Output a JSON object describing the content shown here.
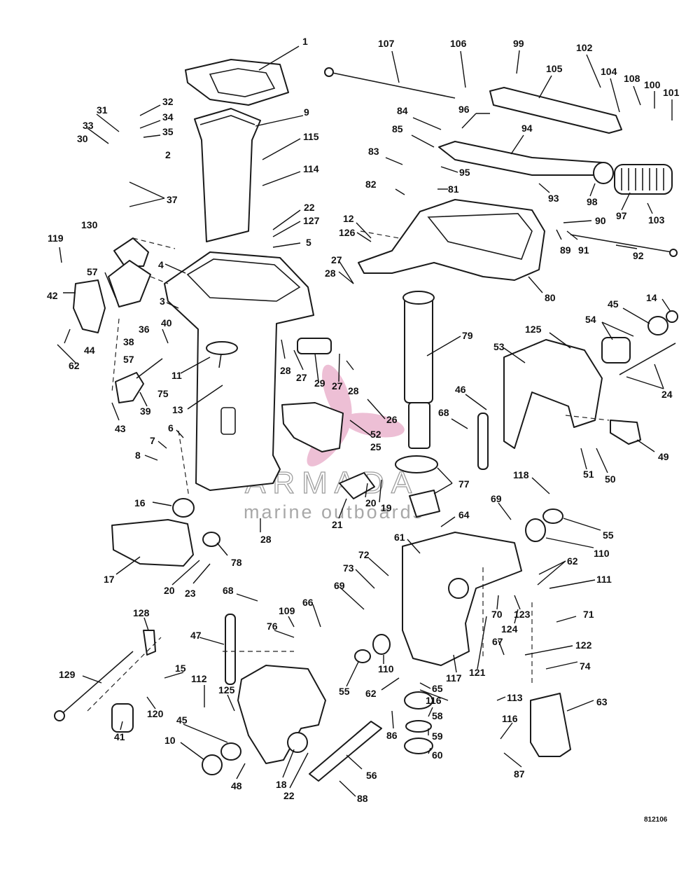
{
  "diagram_code": "812106",
  "watermark": {
    "brand": "ARMADA",
    "tagline": "marine outboards"
  },
  "colors": {
    "ink": "#1a1a1a",
    "watermark_gray": "#8c8c8c",
    "watermark_pink": "#e08bb4"
  },
  "callouts": [
    "1",
    "9",
    "32",
    "31",
    "34",
    "33",
    "35",
    "30",
    "2",
    "115",
    "114",
    "37",
    "22",
    "127",
    "5",
    "119",
    "130",
    "4",
    "57",
    "42",
    "3",
    "40",
    "36",
    "38",
    "44",
    "62",
    "57",
    "75",
    "11",
    "28",
    "27",
    "29",
    "27",
    "28",
    "39",
    "43",
    "13",
    "26",
    "52",
    "25",
    "6",
    "7",
    "8",
    "16",
    "28",
    "17",
    "20",
    "23",
    "78",
    "19",
    "20",
    "21",
    "77",
    "107",
    "106",
    "99",
    "102",
    "105",
    "104",
    "108",
    "100",
    "101",
    "84",
    "96",
    "94",
    "85",
    "83",
    "95",
    "82",
    "81",
    "93",
    "98",
    "97",
    "103",
    "12",
    "126",
    "90",
    "89",
    "91",
    "92",
    "27",
    "28",
    "80",
    "79",
    "125",
    "53",
    "14",
    "45",
    "54",
    "24",
    "46",
    "68",
    "49",
    "51",
    "50",
    "118",
    "69",
    "55",
    "110",
    "64",
    "61",
    "72",
    "73",
    "62",
    "111",
    "69",
    "70",
    "123",
    "71",
    "124",
    "67",
    "122",
    "68",
    "66",
    "109",
    "76",
    "47",
    "128",
    "129",
    "15",
    "112",
    "125",
    "45",
    "120",
    "41",
    "10",
    "48",
    "18",
    "22",
    "56",
    "88",
    "55",
    "110",
    "117",
    "121",
    "74",
    "62",
    "65",
    "116",
    "113",
    "63",
    "86",
    "58",
    "59",
    "60",
    "116",
    "87"
  ]
}
